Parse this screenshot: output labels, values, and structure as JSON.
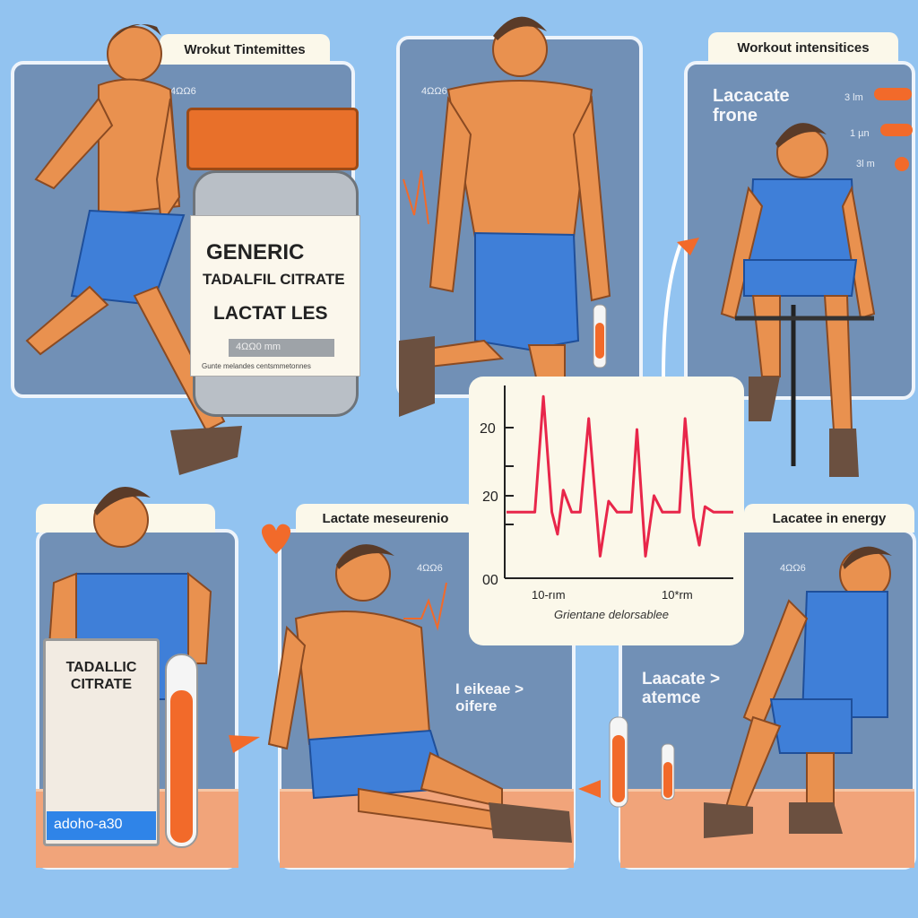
{
  "panels": {
    "top_left": {
      "tab": "Wrokut Tintemittes",
      "tag": "4ΩΩ6"
    },
    "top_middle": {
      "tag": "4ΩΩ6"
    },
    "top_right": {
      "tab": "Workout intensitices",
      "label": "Lacacate frone",
      "levels": [
        "3 lm",
        "1 µn",
        "3l m"
      ]
    },
    "bottom_middle": {
      "tab": "Lactate meseurenio",
      "label": "I eikeae > oifere",
      "tag": "4ΩΩ6"
    },
    "bottom_right": {
      "tab": "Lacatee in energy",
      "label": "Laacate > atemce",
      "tag": "4ΩΩ6"
    }
  },
  "bottle": {
    "line1": "GENERIC",
    "line2": "TADALFIL CITRATE",
    "line3": "LACTAT LES",
    "small": "4ΩΩ0 mm",
    "fine": "Gunte melandes centsmmetonnes"
  },
  "box": {
    "title": "TADALLIC CITRATE",
    "code": "adoho-a30"
  },
  "colors": {
    "background": "#92c3f0",
    "panel": "#7190b6",
    "accent": "#f26a2a",
    "trace": "#e8264a"
  },
  "chart_data": {
    "type": "line",
    "y_tick_labels": [
      "20",
      "20",
      "00"
    ],
    "x_tick_labels": [
      "10-rım",
      "10*rm"
    ],
    "xlabel": "Grientane delorsablee",
    "trace": [
      [
        0,
        12
      ],
      [
        1,
        12
      ],
      [
        1.3,
        33
      ],
      [
        1.6,
        12
      ],
      [
        1.8,
        8
      ],
      [
        2,
        16
      ],
      [
        2.3,
        12
      ],
      [
        2.6,
        12
      ],
      [
        2.9,
        29
      ],
      [
        3.3,
        4
      ],
      [
        3.6,
        14
      ],
      [
        3.9,
        12
      ],
      [
        4.4,
        12
      ],
      [
        4.6,
        27
      ],
      [
        4.9,
        4
      ],
      [
        5.2,
        15
      ],
      [
        5.5,
        12
      ],
      [
        6.1,
        12
      ],
      [
        6.3,
        29
      ],
      [
        6.6,
        11
      ],
      [
        6.8,
        6
      ],
      [
        7,
        13
      ],
      [
        7.3,
        12
      ],
      [
        8,
        12
      ]
    ],
    "xlim": [
      0,
      8
    ],
    "ylim": [
      0,
      35
    ]
  }
}
